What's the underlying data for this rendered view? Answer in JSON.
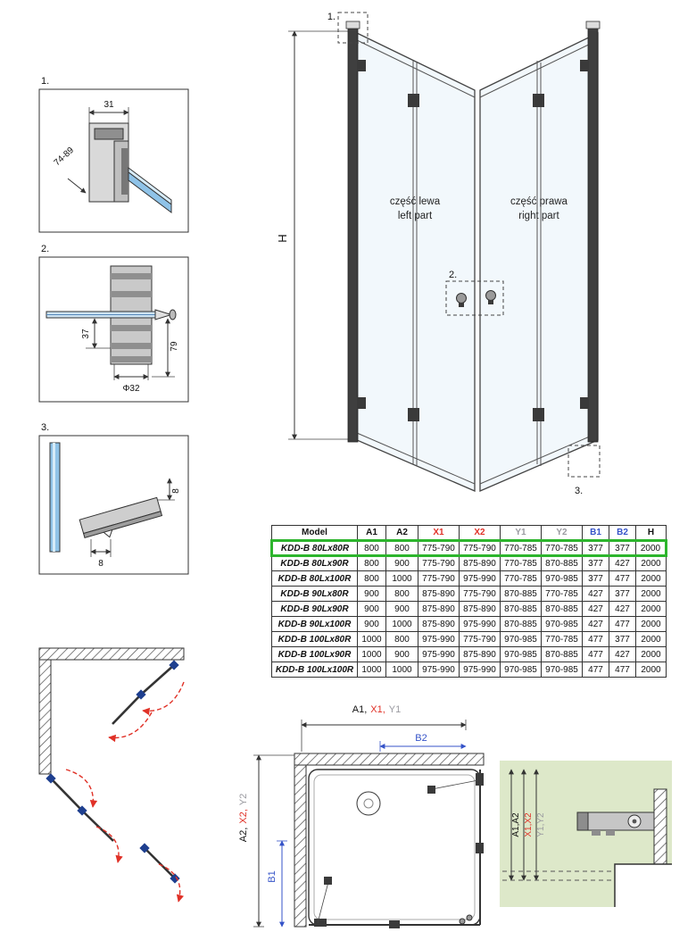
{
  "colors": {
    "red": "#e03127",
    "blue": "#3553c8",
    "gray": "#9a9aa0",
    "highlight_green": "#2db52d",
    "panel_green": "#dde8c9"
  },
  "details": {
    "d1": {
      "label": "1.",
      "dim_width": "31",
      "dim_range": "74-89"
    },
    "d2": {
      "label": "2.",
      "dim_offset": "37",
      "dim_diameter": "Φ32",
      "dim_height": "79"
    },
    "d3": {
      "label": "3.",
      "dim_h": "8",
      "dim_w": "8"
    }
  },
  "main_drawing": {
    "callout_1": "1.",
    "callout_2": "2.",
    "callout_3": "3.",
    "height_dim": "H",
    "left_part": {
      "pl": "część lewa",
      "en": "left part"
    },
    "right_part": {
      "pl": "część prawa",
      "en": "right part"
    }
  },
  "table": {
    "headers": [
      "Model",
      "A1",
      "A2",
      "X1",
      "X2",
      "Y1",
      "Y2",
      "B1",
      "B2",
      "H"
    ],
    "header_styles": [
      "plain",
      "plain",
      "plain",
      "red",
      "red",
      "gray",
      "gray",
      "blue",
      "blue",
      "plain"
    ],
    "highlight_row": 0,
    "rows": [
      [
        "KDD-B 80Lx80R",
        "800",
        "800",
        "775-790",
        "775-790",
        "770-785",
        "770-785",
        "377",
        "377",
        "2000"
      ],
      [
        "KDD-B 80Lx90R",
        "800",
        "900",
        "775-790",
        "875-890",
        "770-785",
        "870-885",
        "377",
        "427",
        "2000"
      ],
      [
        "KDD-B 80Lx100R",
        "800",
        "1000",
        "775-790",
        "975-990",
        "770-785",
        "970-985",
        "377",
        "477",
        "2000"
      ],
      [
        "KDD-B 90Lx80R",
        "900",
        "800",
        "875-890",
        "775-790",
        "870-885",
        "770-785",
        "427",
        "377",
        "2000"
      ],
      [
        "KDD-B 90Lx90R",
        "900",
        "900",
        "875-890",
        "875-890",
        "870-885",
        "870-885",
        "427",
        "427",
        "2000"
      ],
      [
        "KDD-B 90Lx100R",
        "900",
        "1000",
        "875-890",
        "975-990",
        "870-885",
        "970-985",
        "427",
        "477",
        "2000"
      ],
      [
        "KDD-B 100Lx80R",
        "1000",
        "800",
        "975-990",
        "775-790",
        "970-985",
        "770-785",
        "477",
        "377",
        "2000"
      ],
      [
        "KDD-B 100Lx90R",
        "1000",
        "900",
        "975-990",
        "875-890",
        "970-985",
        "870-885",
        "477",
        "427",
        "2000"
      ],
      [
        "KDD-B 100Lx100R",
        "1000",
        "1000",
        "975-990",
        "975-990",
        "970-985",
        "970-985",
        "477",
        "477",
        "2000"
      ]
    ]
  },
  "plan": {
    "top_dim": {
      "a": "A1,",
      "x": "X1,",
      "y": "Y1"
    },
    "b2": "B2",
    "left_dim": {
      "a": "A2,",
      "x": "X2,",
      "y": "Y2"
    },
    "b1": "B1"
  },
  "adjust_detail": {
    "a": "A1,A2",
    "x": "X1,X2",
    "y": "Y1,Y2"
  }
}
